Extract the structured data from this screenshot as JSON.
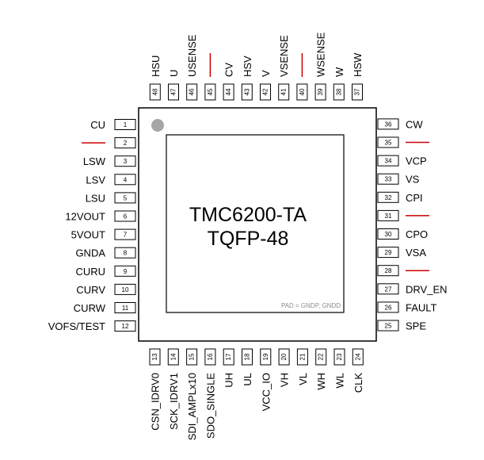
{
  "chip": {
    "name": "TMC6200-TA",
    "package": "TQFP-48",
    "pad_note": "PAD = GNDP, GNDD"
  },
  "colors": {
    "outline": "#000000",
    "nc_mark": "#cc0000",
    "pin1_dot": "#a6a6a6",
    "pad_note": "#8c8c8c"
  },
  "pins": {
    "left": [
      {
        "num": "1",
        "label": "CU"
      },
      {
        "num": "2",
        "label": "",
        "nc": true
      },
      {
        "num": "3",
        "label": "LSW"
      },
      {
        "num": "4",
        "label": "LSV"
      },
      {
        "num": "5",
        "label": "LSU"
      },
      {
        "num": "6",
        "label": "12VOUT"
      },
      {
        "num": "7",
        "label": "5VOUT"
      },
      {
        "num": "8",
        "label": "GNDA"
      },
      {
        "num": "9",
        "label": "CURU"
      },
      {
        "num": "10",
        "label": "CURV"
      },
      {
        "num": "11",
        "label": "CURW"
      },
      {
        "num": "12",
        "label": "VOFS/TEST"
      }
    ],
    "bottom": [
      {
        "num": "13",
        "label": "CSN_IDRV0"
      },
      {
        "num": "14",
        "label": "SCK_IDRV1"
      },
      {
        "num": "15",
        "label": "SDI_AMPLx10"
      },
      {
        "num": "16",
        "label": "SDO_SINGLE"
      },
      {
        "num": "17",
        "label": "UH"
      },
      {
        "num": "18",
        "label": "UL"
      },
      {
        "num": "19",
        "label": "VCC_IO"
      },
      {
        "num": "20",
        "label": "VH"
      },
      {
        "num": "21",
        "label": "VL"
      },
      {
        "num": "22",
        "label": "WH"
      },
      {
        "num": "23",
        "label": "WL"
      },
      {
        "num": "24",
        "label": "CLK"
      }
    ],
    "right": [
      {
        "num": "25",
        "label": "SPE"
      },
      {
        "num": "26",
        "label": "FAULT"
      },
      {
        "num": "27",
        "label": "DRV_EN"
      },
      {
        "num": "28",
        "label": "",
        "nc": true
      },
      {
        "num": "29",
        "label": "VSA"
      },
      {
        "num": "30",
        "label": "CPO"
      },
      {
        "num": "31",
        "label": "",
        "nc": true
      },
      {
        "num": "32",
        "label": "CPI"
      },
      {
        "num": "33",
        "label": "VS"
      },
      {
        "num": "34",
        "label": "VCP"
      },
      {
        "num": "35",
        "label": "",
        "nc": true
      },
      {
        "num": "36",
        "label": "CW"
      }
    ],
    "top": [
      {
        "num": "37",
        "label": "HSW"
      },
      {
        "num": "38",
        "label": "W"
      },
      {
        "num": "39",
        "label": "WSENSE"
      },
      {
        "num": "40",
        "label": "",
        "nc": true
      },
      {
        "num": "41",
        "label": "VSENSE"
      },
      {
        "num": "42",
        "label": "V"
      },
      {
        "num": "43",
        "label": "HSV"
      },
      {
        "num": "44",
        "label": "CV"
      },
      {
        "num": "45",
        "label": "",
        "nc": true
      },
      {
        "num": "46",
        "label": "USENSE"
      },
      {
        "num": "47",
        "label": "U"
      },
      {
        "num": "48",
        "label": "HSU"
      }
    ]
  }
}
